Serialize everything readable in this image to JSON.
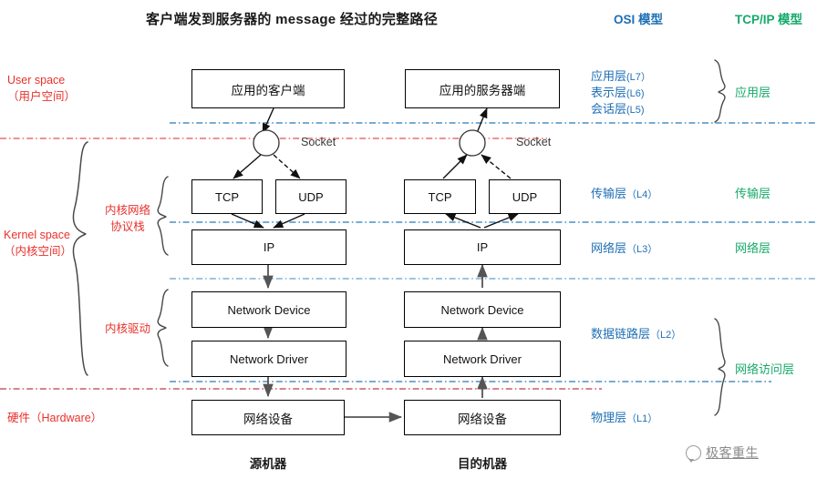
{
  "title": "客户端发到服务器的 message 经过的完整路径",
  "columns": {
    "osi_header": "OSI 模型",
    "tcpip_header": "TCP/IP 模型"
  },
  "colors": {
    "osi": "#1f6fb5",
    "tcpip": "#16a96a",
    "side": "#e8312b",
    "box_border": "#000000",
    "divider_blue": "#4a90c4",
    "divider_red": "#e0505a",
    "arrow": "#555555",
    "arrow_dark": "#111111"
  },
  "side_labels": {
    "user_space_en": "User space",
    "user_space_cn": "（用户空间）",
    "kernel_space_en": "Kernel space",
    "kernel_space_cn": "（内核空间）",
    "kernel_net_stack": "内核网络",
    "kernel_net_stack2": "协议栈",
    "kernel_driver": "内核驱动",
    "hardware": "硬件（Hardware）"
  },
  "osi_layers": [
    {
      "name": "应用层",
      "level": "(L7）"
    },
    {
      "name": "表示层",
      "level": "(L6)"
    },
    {
      "name": "会话层",
      "level": "(L5)"
    },
    {
      "name": "传输层",
      "level": "（L4）"
    },
    {
      "name": "网络层",
      "level": "（L3）"
    },
    {
      "name": "数据链路层",
      "level": "（L2）"
    },
    {
      "name": "物理层",
      "level": "（L1）"
    }
  ],
  "tcpip_layers": [
    {
      "name": "应用层"
    },
    {
      "name": "传输层"
    },
    {
      "name": "网络层"
    },
    {
      "name": "网络访问层"
    }
  ],
  "client": {
    "app": "应用的客户端",
    "socket_label": "Socket",
    "tcp": "TCP",
    "udp": "UDP",
    "ip": "IP",
    "net_device": "Network Device",
    "net_driver": "Network Driver",
    "hw_device": "网络设备",
    "caption": "源机器"
  },
  "server": {
    "app": "应用的服务器端",
    "socket_label": "Socket",
    "tcp": "TCP",
    "udp": "UDP",
    "ip": "IP",
    "net_device": "Network Device",
    "net_driver": "Network Driver",
    "hw_device": "网络设备",
    "caption": "目的机器"
  },
  "watermark": {
    "text": "极客重生"
  }
}
